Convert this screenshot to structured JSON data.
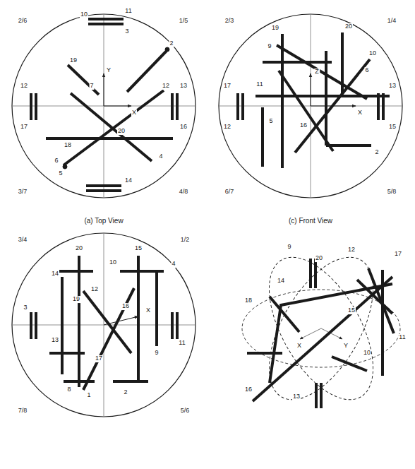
{
  "diagram": {
    "labels": [
      "2/6",
      "1/5",
      "3/7",
      "4/8",
      "10",
      "11",
      "3",
      "2",
      "19",
      "Y",
      "7",
      "12",
      "12",
      "13",
      "X",
      "17",
      "16",
      "20",
      "18",
      "6",
      "5",
      "4",
      "14",
      "(a) Top View",
      "2/3",
      "1/4",
      "6/7",
      "5/8",
      "19",
      "20",
      "Z",
      "10",
      "6",
      "9",
      "17",
      "13",
      "11",
      "X",
      "16",
      "15",
      "12",
      "5",
      "2",
      "(c) Front View",
      "3/4",
      "1/2",
      "7/8",
      "5/6",
      "20",
      "15",
      "10",
      "4",
      "14",
      "12",
      "19",
      "16",
      "X",
      "3",
      "11",
      "13",
      "17",
      "9",
      "1",
      "2",
      "8",
      "9",
      "20",
      "12",
      "17",
      "14",
      "18",
      "X",
      "Y",
      "11",
      "16",
      "13",
      "10",
      "15"
    ]
  }
}
